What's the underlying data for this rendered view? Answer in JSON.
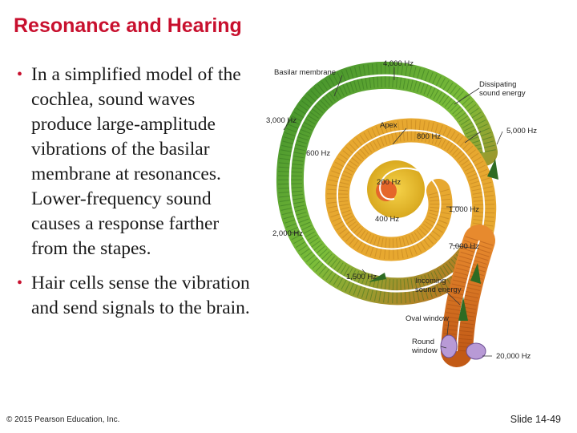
{
  "slide": {
    "title": "Resonance and Hearing",
    "bullets": [
      "In a simplified model of the cochlea, sound waves produce large-amplitude vibrations of the basilar membrane at resonances. Lower-frequency sound causes a response farther from the stapes.",
      "Hair cells sense the vibration and send signals to the brain."
    ],
    "copyright": "© 2015 Pearson Education, Inc.",
    "slide_number": "Slide 14-49"
  },
  "figure": {
    "labels": {
      "basilar_membrane": "Basilar membrane",
      "f4000": "4,000 Hz",
      "dissipating": [
        "Dissipating",
        "sound energy"
      ],
      "f3000": "3,000 Hz",
      "apex": "Apex",
      "f800": "800 Hz",
      "f5000": "5,000 Hz",
      "f600": "600 Hz",
      "f200": "200 Hz",
      "f400": "400 Hz",
      "f1000": "1,000 Hz",
      "f2000": "2,000 Hz",
      "f7000": "7,000 Hz",
      "f1500": "1,500 Hz",
      "incoming": [
        "Incoming",
        "sound energy"
      ],
      "oval_window": "Oval window",
      "round_window": [
        "Round",
        "window"
      ],
      "f20000": "20,000 Hz"
    }
  }
}
